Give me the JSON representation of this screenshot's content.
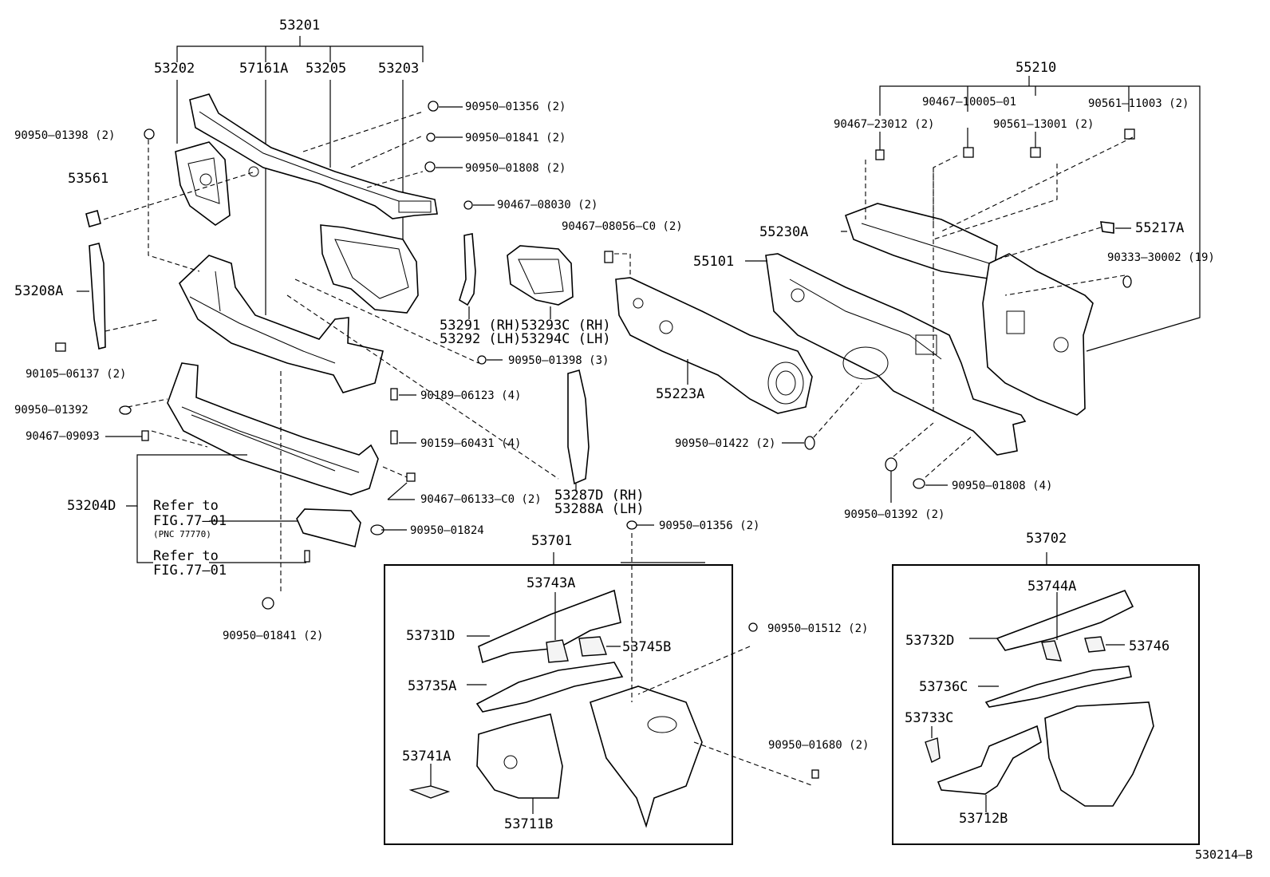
{
  "diagram_id": "530214–B",
  "assembly_labels": {
    "a53201": "53201",
    "a53202": "53202",
    "a57161A": "57161A",
    "a53205": "53205",
    "a53203": "53203",
    "a55210": "55210",
    "a53701": "53701",
    "a53702": "53702"
  },
  "part_labels": {
    "p90950_01398_2": "90950–01398 (2)",
    "p53561": "53561",
    "p53208A": "53208A",
    "p90105_06137": "90105–06137 (2)",
    "p90950_01392_l": "90950–01392",
    "p90467_09093": "90467–09093",
    "p53204D": "53204D",
    "ref1_a": "Refer to",
    "ref1_b": "FIG.77–01",
    "ref1_c": "(PNC 77770)",
    "ref2_a": "Refer to",
    "ref2_b": "FIG.77–01",
    "p90950_01841_b": "90950–01841 (2)",
    "p90950_01356_t": "90950–01356 (2)",
    "p90950_01841_t": "90950–01841 (2)",
    "p90950_01808_t": "90950–01808 (2)",
    "p90467_08030": "90467–08030 (2)",
    "p53291": "53291 (RH)",
    "p53292": "53292 (LH)",
    "p53293C": "53293C (RH)",
    "p53294C": "53294C (LH)",
    "p90950_01398_3": "90950–01398 (3)",
    "p90189_06123": "90189–06123 (4)",
    "p90159_60431": "90159–60431 (4)",
    "p90467_06133": "90467–06133–C0 (2)",
    "p90950_01824": "90950–01824",
    "p53287D": "53287D (RH)",
    "p53288A": "53288A (LH)",
    "p90950_01356_m": "90950–01356 (2)",
    "p90467_08056": "90467–08056–C0 (2)",
    "p55230A": "55230A",
    "p55101": "55101",
    "p55223A": "55223A",
    "p90467_23012": "90467–23012 (2)",
    "p90467_10005": "90467–10005–01",
    "p90561_13001": "90561–13001 (2)",
    "p90561_11003": "90561–11003 (2)",
    "p55217A": "55217A",
    "p90333_30002": "90333–30002 (19)",
    "p90950_01422": "90950–01422 (2)",
    "p90950_01392_r": "90950–01392 (2)",
    "p90950_01808_r": "90950–01808 (4)",
    "p53743A": "53743A",
    "p53731D": "53731D",
    "p53745B": "53745B",
    "p53735A": "53735A",
    "p53741A": "53741A",
    "p53711B": "53711B",
    "p90950_01512": "90950–01512 (2)",
    "p90950_01680": "90950–01680 (2)",
    "p53744A": "53744A",
    "p53732D": "53732D",
    "p53746": "53746",
    "p53736C": "53736C",
    "p53733C": "53733C",
    "p53712B": "53712B"
  }
}
